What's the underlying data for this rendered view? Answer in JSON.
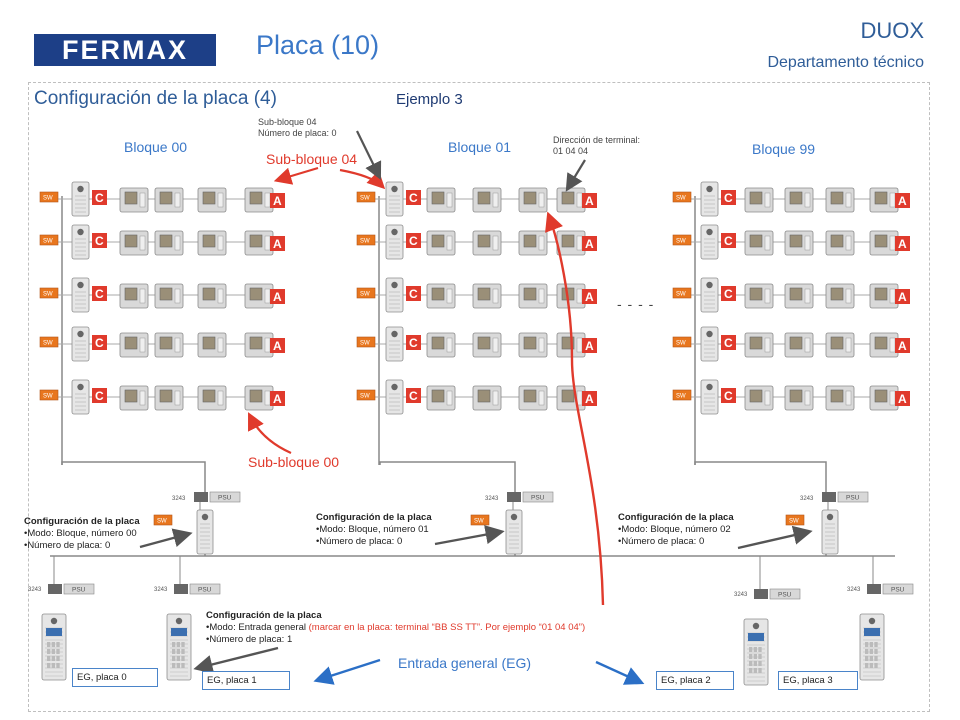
{
  "header": {
    "logo_text": "FERMAX",
    "title": "Placa (10)",
    "brand": "DUOX",
    "department": "Departamento técnico"
  },
  "section": {
    "title": "Configuración de la placa (4)",
    "example": "Ejemplo 3"
  },
  "blocks": {
    "b00": "Bloque 00",
    "b01": "Bloque 01",
    "b99": "Bloque 99"
  },
  "labels": {
    "subblock04": "Sub-bloque 04",
    "subblock00": "Sub-bloque 00",
    "note_sub": "Sub-bloque 04",
    "note_num": "Número de placa: 0",
    "terminal_addr_label": "Dirección de terminal:",
    "terminal_addr_value": "01 04 04",
    "dashes": "- - - -",
    "eg_title": "Entrada general (EG)"
  },
  "devices": {
    "sw": "SW",
    "psu": "PSU",
    "ref": "3243",
    "marker_c": "C",
    "marker_a": "A"
  },
  "configs": {
    "block0": {
      "title": "Configuración de la placa",
      "mode": "•Modo: Bloque, número 00",
      "num": "•Número de placa: 0"
    },
    "block1": {
      "title": "Configuración de la placa",
      "mode": "•Modo: Bloque, número 01",
      "num": "•Número de placa: 0"
    },
    "block2": {
      "title": "Configuración de la placa",
      "mode": "•Modo: Bloque, número 02",
      "num": "•Número de placa: 0"
    },
    "eg": {
      "title": "Configuración de la placa",
      "mode": "•Modo: Entrada general ",
      "mode_note": "(marcar en la placa: terminal “BB SS TT”. Por ejemplo “01 04 04”)",
      "num": "•Número de placa: 1"
    }
  },
  "eg_boxes": [
    "EG, placa 0",
    "EG, placa 1",
    "EG, placa 2",
    "EG, placa 3"
  ],
  "colors": {
    "accent_blue": "#3b78c8",
    "red": "#e03a2c",
    "sw_orange": "#e8761e"
  }
}
